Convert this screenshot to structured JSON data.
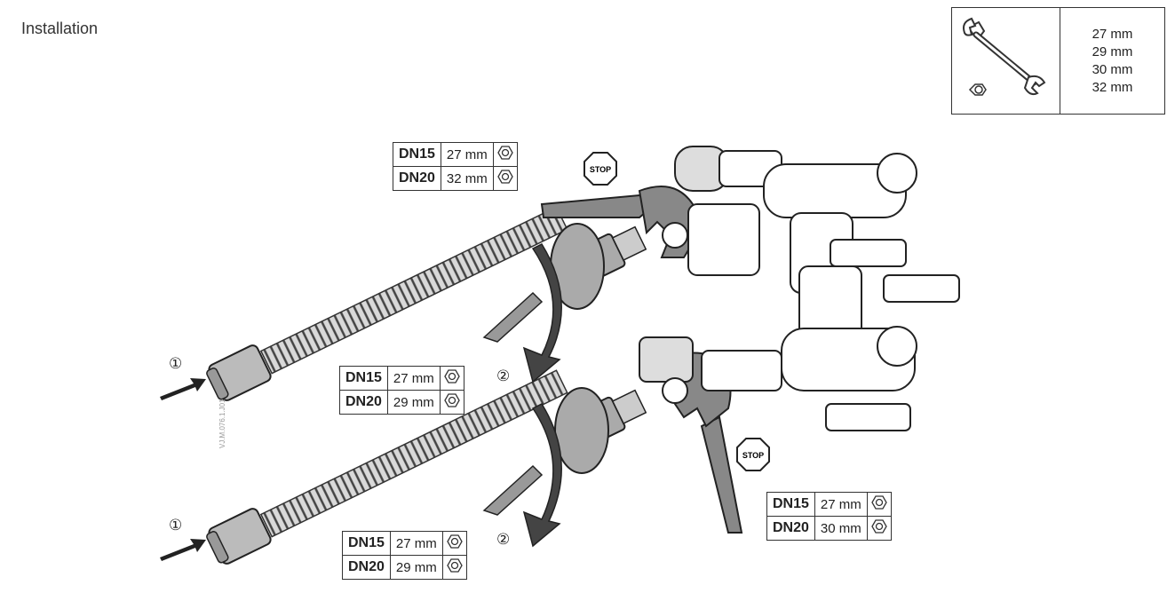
{
  "title": "Installation",
  "wrench_sizes": [
    "27 mm",
    "29 mm",
    "30 mm",
    "32 mm"
  ],
  "tables": {
    "top": {
      "rows": [
        {
          "dn": "DN15",
          "size": "27 mm"
        },
        {
          "dn": "DN20",
          "size": "32 mm"
        }
      ]
    },
    "middle": {
      "rows": [
        {
          "dn": "DN15",
          "size": "27 mm"
        },
        {
          "dn": "DN20",
          "size": "29 mm"
        }
      ]
    },
    "bottom": {
      "rows": [
        {
          "dn": "DN15",
          "size": "27 mm"
        },
        {
          "dn": "DN20",
          "size": "29 mm"
        }
      ]
    },
    "right": {
      "rows": [
        {
          "dn": "DN15",
          "size": "27 mm"
        },
        {
          "dn": "DN20",
          "size": "30 mm"
        }
      ]
    }
  },
  "callouts": {
    "one": "①",
    "two": "②"
  },
  "stop_label": "STOP",
  "figure_code": "VJ.M.076.1.J01",
  "icons": [
    "wrench-icon",
    "hex-nut-icon",
    "stop-sign-icon",
    "arrow-icon",
    "rotate-arrow-icon"
  ]
}
